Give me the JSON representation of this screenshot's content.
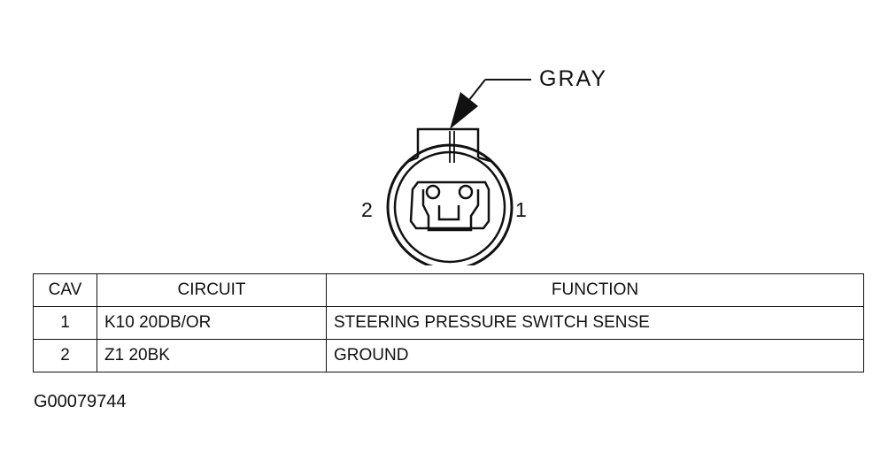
{
  "connector": {
    "color_label": "GRAY",
    "pin_labels": [
      "1",
      "2"
    ]
  },
  "table": {
    "headers": {
      "cav": "CAV",
      "circuit": "CIRCUIT",
      "function": "FUNCTION"
    },
    "rows": [
      {
        "cav": "1",
        "circuit": "K10 20DB/OR",
        "function": "STEERING PRESSURE SWITCH SENSE"
      },
      {
        "cav": "2",
        "circuit": "Z1 20BK",
        "function": "GROUND"
      }
    ]
  },
  "figure_id": "G00079744"
}
